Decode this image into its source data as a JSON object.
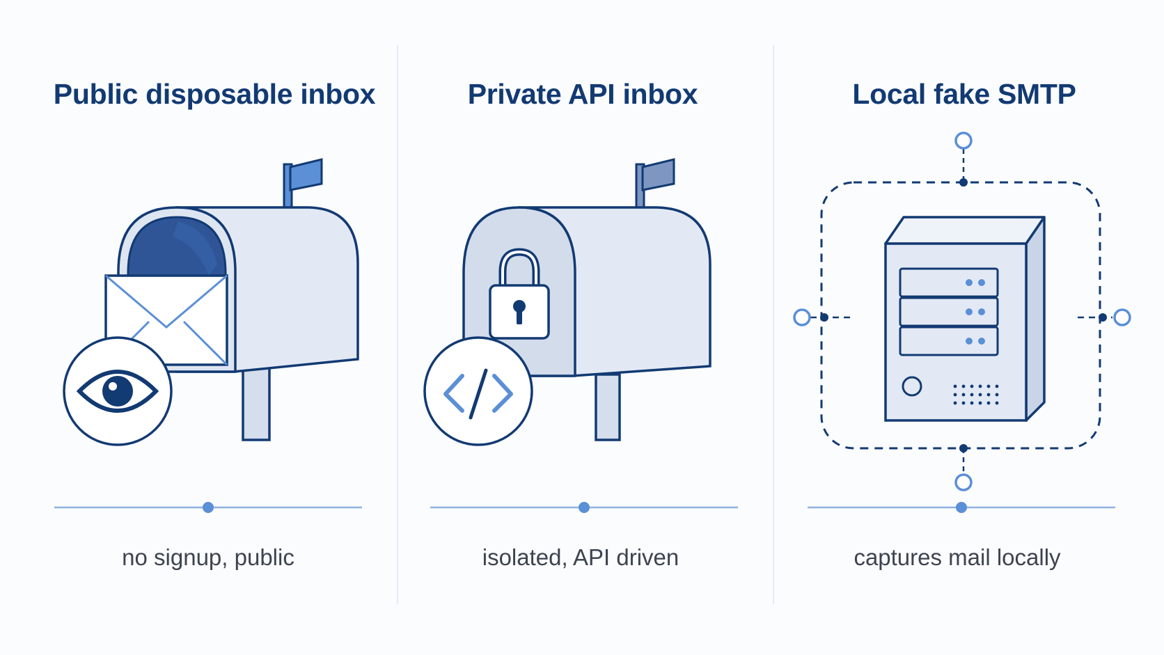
{
  "panels": [
    {
      "title": "Public disposable inbox",
      "caption": "no signup, public"
    },
    {
      "title": "Private API inbox",
      "caption": "isolated, API driven"
    },
    {
      "title": "Local fake SMTP",
      "caption": "captures mail locally"
    }
  ],
  "icons": {
    "panel1": [
      "mailbox-icon",
      "envelope-icon",
      "eye-icon"
    ],
    "panel2": [
      "mailbox-icon",
      "lock-icon",
      "code-icon"
    ],
    "panel3": [
      "server-icon",
      "network-nodes-icon"
    ]
  },
  "colors": {
    "navy": "#123a73",
    "accent": "#5b8fd6",
    "fill": "#e3e9f4",
    "divider": "#e6eaf1",
    "background": "#fbfcfe"
  }
}
